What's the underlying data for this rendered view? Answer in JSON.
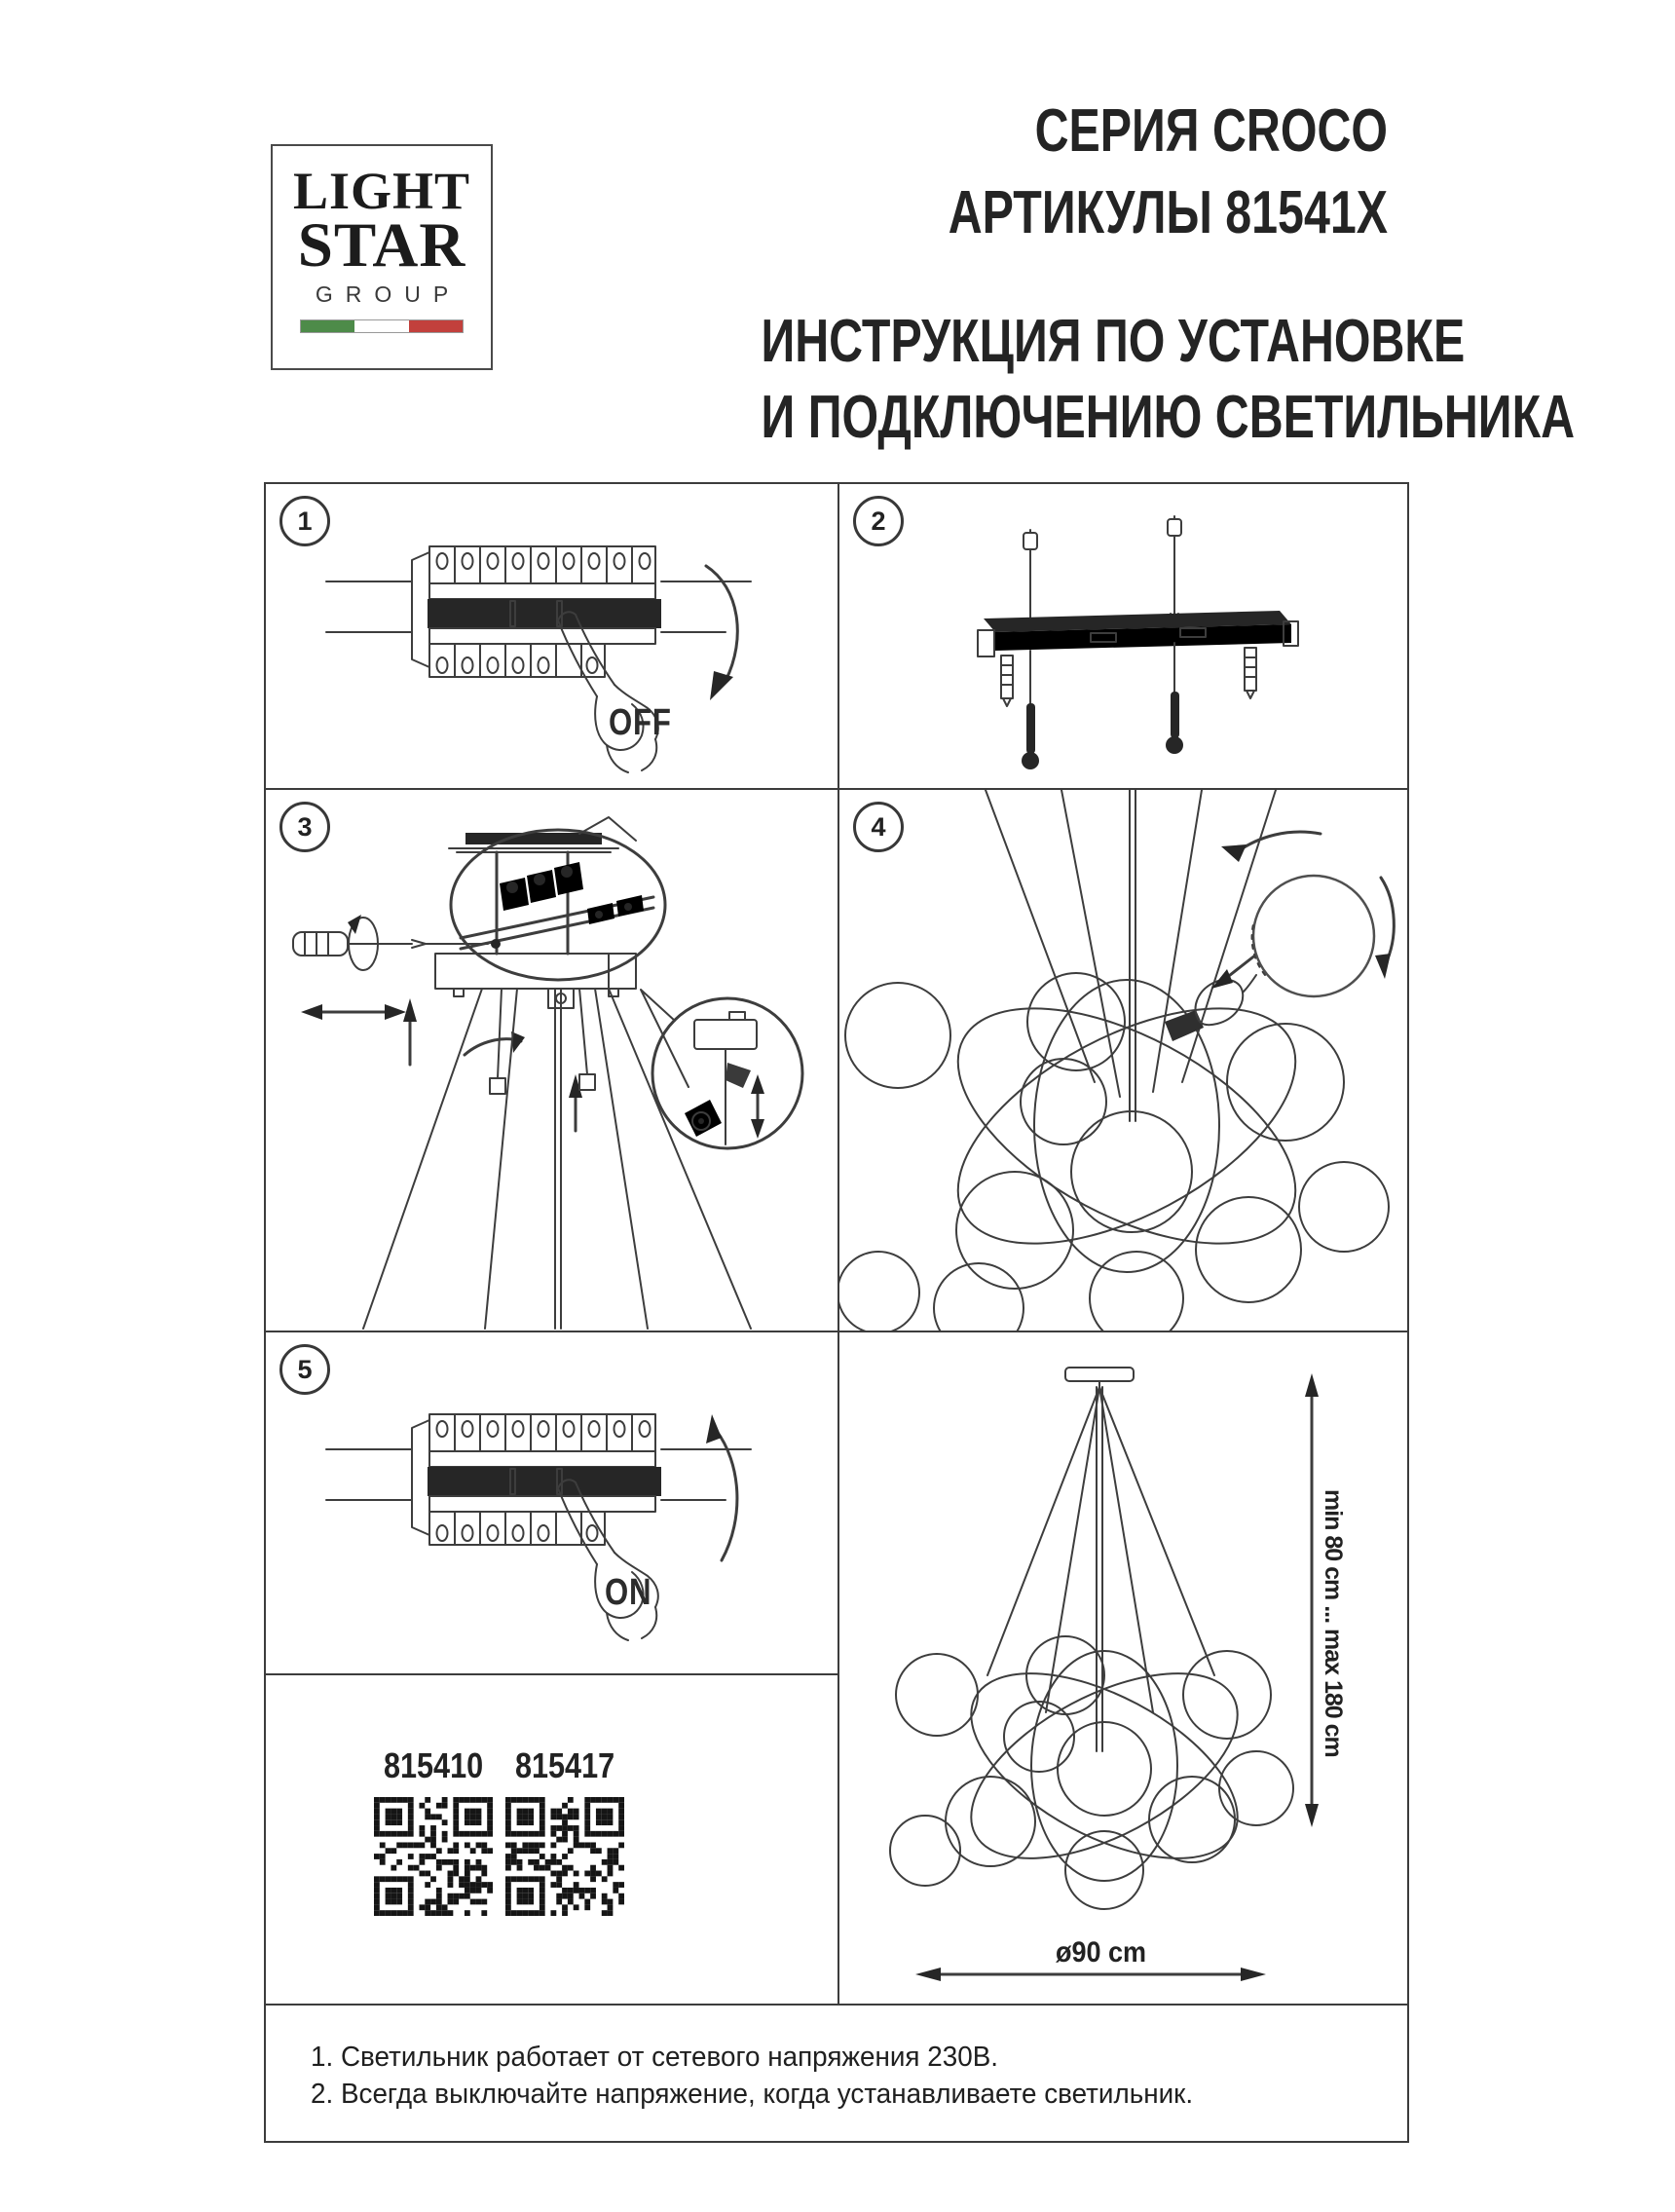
{
  "logo": {
    "word1": "LIGHT",
    "word2": "STAR",
    "word3": "GROUP"
  },
  "header": {
    "series": "СЕРИЯ CROCO",
    "articles": "АРТИКУЛЫ 81541X",
    "title_line1": "ИНСТРУКЦИЯ ПО УСТАНОВКЕ",
    "title_line2": "И ПОДКЛЮЧЕНИЮ СВЕТИЛЬНИКА"
  },
  "steps": [
    {
      "number": "1",
      "label": "OFF"
    },
    {
      "number": "2",
      "label": ""
    },
    {
      "number": "3",
      "label": ""
    },
    {
      "number": "4",
      "label": ""
    },
    {
      "number": "5",
      "label": "ON"
    }
  ],
  "qr": {
    "codes": [
      "815410",
      "815417"
    ]
  },
  "dimensions": {
    "height": "min 80 cm ... max 180 cm",
    "diameter": "ø90 cm"
  },
  "notes": [
    "1. Светильник работает от сетевого напряжения 230В.",
    "2. Всегда выключайте напряжение, когда устанавливаете светильник."
  ],
  "colors": {
    "flag_green": "#4d8b49",
    "flag_white": "#ffffff",
    "flag_red": "#c2403c"
  }
}
